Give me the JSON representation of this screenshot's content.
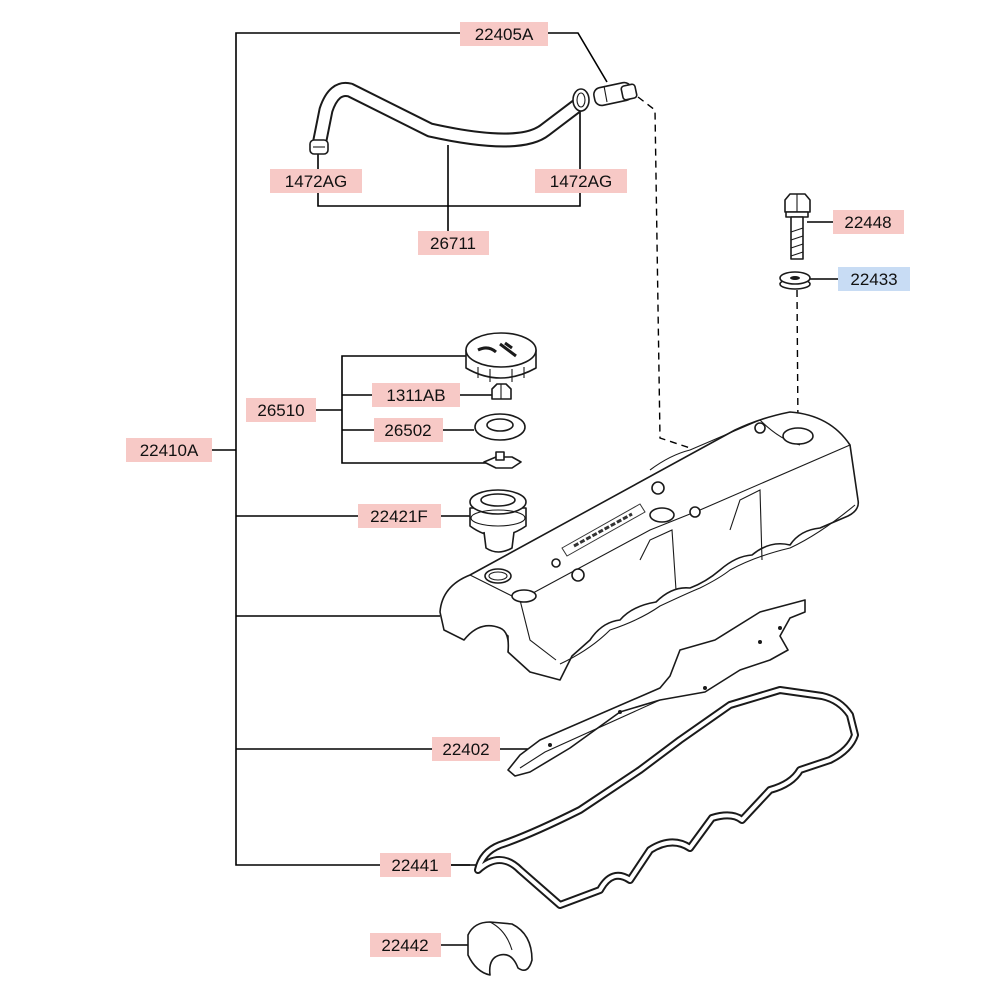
{
  "diagram": {
    "colors": {
      "label_fill": "#f7c9c6",
      "label_fill_highlight": "#c8dcf4",
      "line": "#000000"
    },
    "labels": {
      "p22405A": "22405A",
      "p1472AG_left": "1472AG",
      "p1472AG_right": "1472AG",
      "p26711": "26711",
      "p22448": "22448",
      "p22433": "22433",
      "p1311AB": "1311AB",
      "p26510": "26510",
      "p26502": "26502",
      "p22410A": "22410A",
      "p22421F": "22421F",
      "p22402": "22402",
      "p22441": "22441",
      "p22442": "22442"
    },
    "highlighted_part": "22433"
  }
}
